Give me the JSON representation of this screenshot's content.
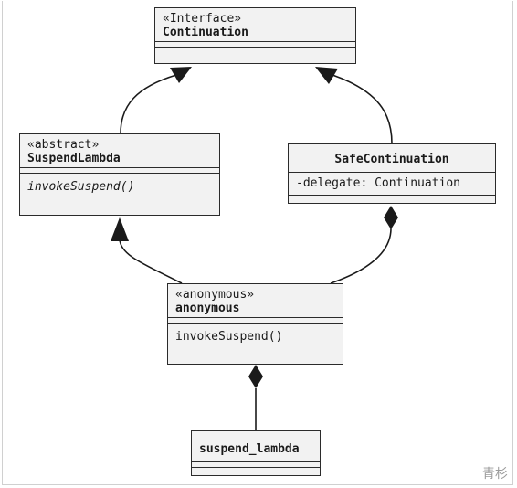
{
  "diagram": {
    "classes": {
      "continuation": {
        "stereotype": "«Interface»",
        "name": "Continuation",
        "members": [],
        "methods": []
      },
      "suspend_lambda": {
        "stereotype": "«abstract»",
        "name": "SuspendLambda",
        "members": [],
        "methods": [
          "invokeSuspend()"
        ]
      },
      "safe_continuation": {
        "stereotype": "",
        "name": "SafeContinuation",
        "members": [
          "-delegate: Continuation"
        ],
        "methods": []
      },
      "anonymous": {
        "stereotype": "«anonymous»",
        "name": "anonymous",
        "members": [],
        "methods": [
          "invokeSuspend()"
        ]
      },
      "suspend_lambda_obj": {
        "stereotype": "",
        "name": "suspend_lambda",
        "members": [],
        "methods": []
      }
    },
    "relations": [
      {
        "from": "suspend_lambda",
        "to": "continuation",
        "type": "generalization"
      },
      {
        "from": "safe_continuation",
        "to": "continuation",
        "type": "generalization"
      },
      {
        "from": "anonymous",
        "to": "suspend_lambda",
        "type": "generalization"
      },
      {
        "from": "safe_continuation",
        "to": "anonymous",
        "type": "composition"
      },
      {
        "from": "anonymous",
        "to": "suspend_lambda_obj",
        "type": "composition"
      }
    ]
  },
  "watermark": "青杉"
}
